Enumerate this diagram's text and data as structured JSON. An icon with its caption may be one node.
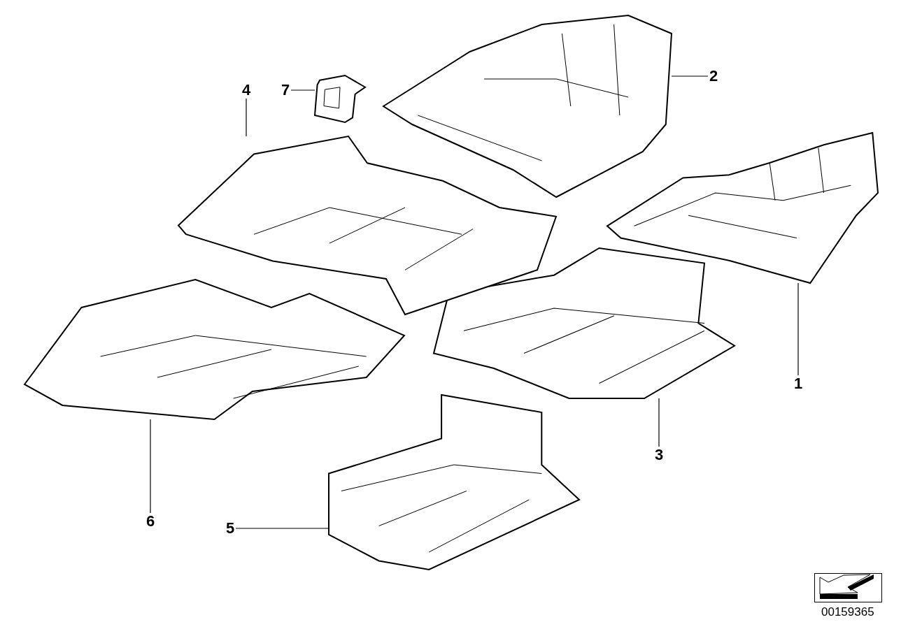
{
  "diagram": {
    "nodes": [
      {
        "text": [
          "1"
        ]
      },
      {
        "text": [
          "2"
        ]
      },
      {
        "text": [
          "3"
        ]
      },
      {
        "text": [
          "4"
        ]
      },
      {
        "text": [
          "5"
        ]
      },
      {
        "text": [
          "6"
        ]
      },
      {
        "text": [
          "7"
        ]
      },
      {
        "text": [],
        "shape": "picture"
      },
      {
        "text": [],
        "shape": "picture"
      },
      {
        "text": [],
        "shape": "picture"
      },
      {
        "text": [],
        "shape": "picture"
      },
      {
        "text": [],
        "shape": "picture"
      },
      {
        "text": [],
        "shape": "picture"
      },
      {
        "text": [],
        "shape": "picture"
      }
    ],
    "edges": [
      {
        "from": 0,
        "to": 7,
        "arrow": "none"
      },
      {
        "from": 1,
        "to": 8,
        "arrow": "none"
      },
      {
        "from": 2,
        "to": 9,
        "arrow": "none"
      },
      {
        "from": 3,
        "to": 10,
        "arrow": "none"
      },
      {
        "from": 4,
        "to": 11,
        "arrow": "none"
      },
      {
        "from": 5,
        "to": 12,
        "arrow": "none"
      },
      {
        "from": 6,
        "to": 13,
        "arrow": "none"
      }
    ],
    "labels": [
      "00159365"
    ]
  }
}
